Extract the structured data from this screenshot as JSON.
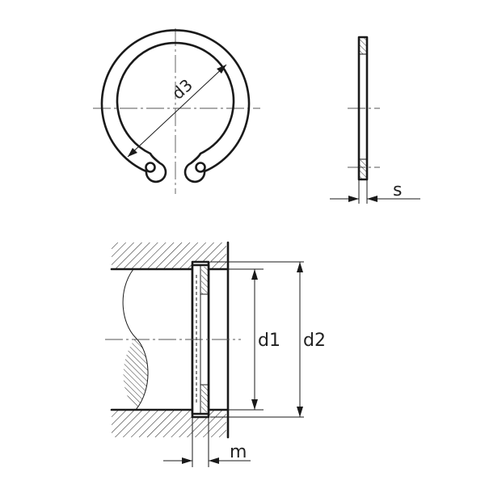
{
  "labels": {
    "d3": "d3",
    "s": "s",
    "d1": "d1",
    "d2": "d2",
    "m": "m"
  }
}
